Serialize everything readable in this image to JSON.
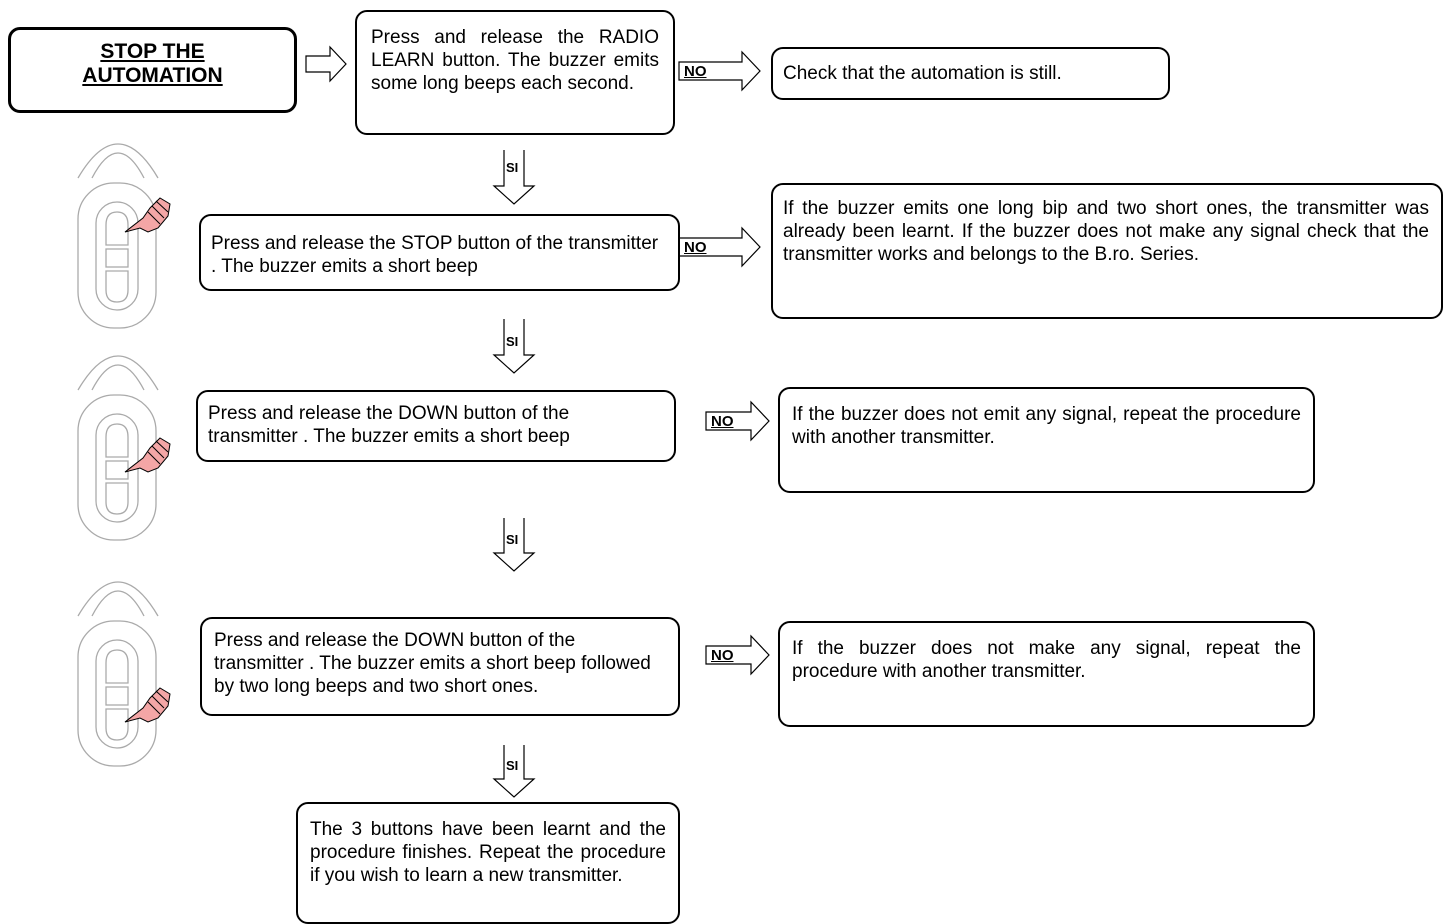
{
  "start": {
    "label": "STOP THE AUTOMATION",
    "line1": "STOP THE",
    "line2": "AUTOMATION"
  },
  "steps": [
    {
      "text": "Press and release the RADIO LEARN button. The buzzer emits some long beeps  each second."
    },
    {
      "text": "Press and release  the STOP  button of the transmitter . The buzzer emits a short beep"
    },
    {
      "text": "Press and release  the DOWN  button  of the transmitter . The buzzer emits a short beep"
    },
    {
      "text": "Press and release  the DOWN  button  of the transmitter . The buzzer emits a short beep followed by two long beeps and two short ones."
    }
  ],
  "checks": [
    {
      "text": "Check that the automation is still."
    },
    {
      "text": "If the buzzer emits one long bip and two short ones, the transmitter was already been learnt. If the buzzer does not make any signal check that the transmitter works and belongs to the B.ro. Series."
    },
    {
      "text": "If the buzzer does not emit any signal, repeat the procedure with another transmitter."
    },
    {
      "text": "If the buzzer does not make any signal, repeat the procedure with another transmitter."
    }
  ],
  "final": {
    "text": "The  3 buttons have been learnt and the procedure finishes.  Repeat the procedure if you wish to learn a new transmitter."
  },
  "labels": {
    "no": "NO",
    "yes": "SI"
  },
  "colors": {
    "finger": "#f4a6a6",
    "remote_outline": "#aaaaaa"
  }
}
